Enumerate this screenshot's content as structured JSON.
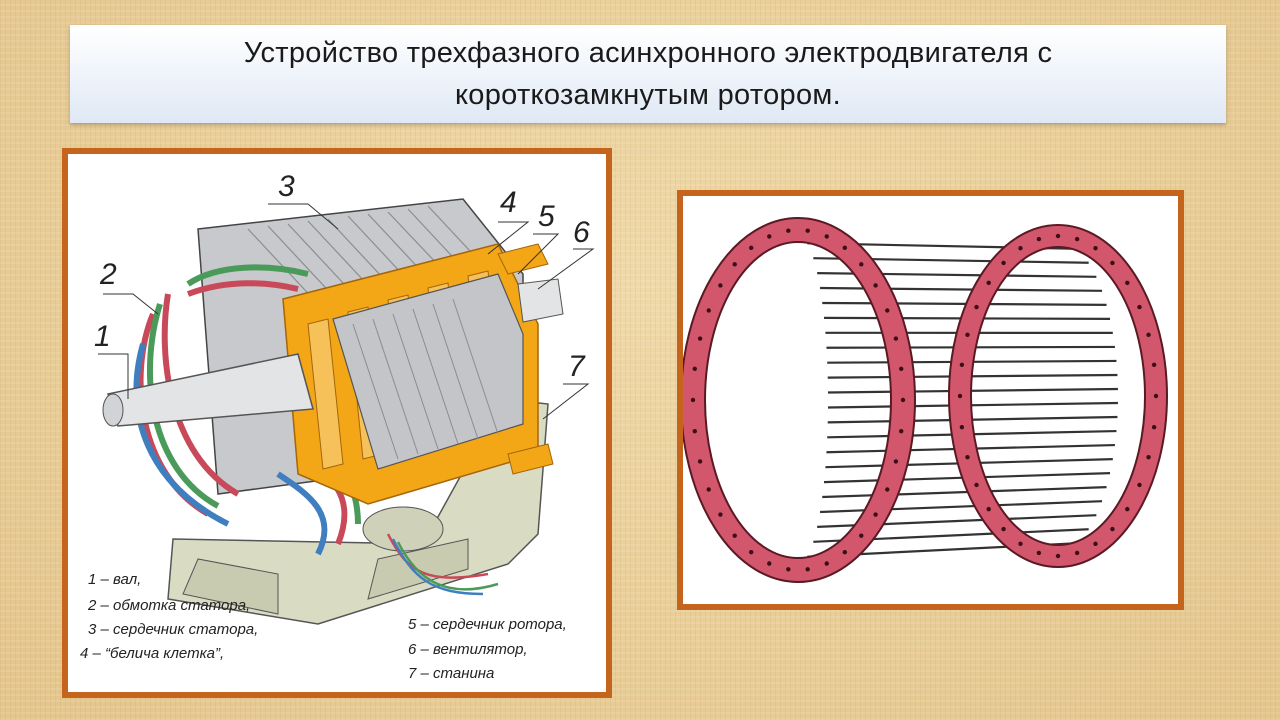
{
  "title": "Устройство трехфазного асинхронного электродвигателя с короткозамкнутым ротором.",
  "callouts": [
    "3",
    "4",
    "5",
    "6",
    "2",
    "1",
    "7"
  ],
  "legend": [
    "1 – вал,",
    "2 – обмотка статора,",
    "3 – сердечник статора,",
    "4 – “белича клетка”,",
    "5 – сердечник ротора,",
    "6 – вентилятор,",
    "7 – станина"
  ],
  "colors": {
    "frame": "#c5641d",
    "ring": "#d2566c",
    "yellow": "#f3a616",
    "steel": "#b5b8bc"
  }
}
